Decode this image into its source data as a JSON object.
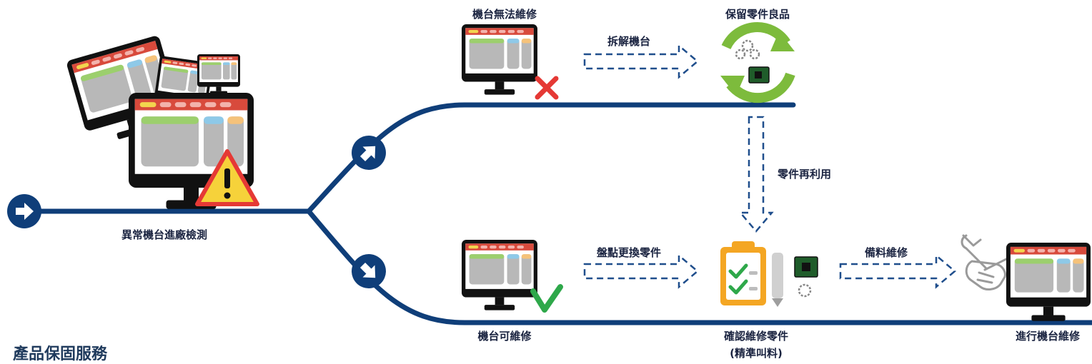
{
  "labels": {
    "entry": "異常機台進廠檢測",
    "cannot_repair": "機台無法維修",
    "disassemble": "拆解機台",
    "keep_parts": "保留零件良品",
    "parts_reuse": "零件再利用",
    "can_repair": "機台可維修",
    "inventory_parts": "盤點更換零件",
    "confirm_parts_line1": "確認維修零件",
    "confirm_parts_line2": "(精準叫料)",
    "prepare_repair": "備料維修",
    "perform_repair": "進行機台維修",
    "service_title": "產品保固服務"
  },
  "colors": {
    "flow_line": "#0f3e79",
    "arrow_dashed": "#1f4e8c",
    "recycle_green": "#7dbb3c",
    "x_red": "#e53935",
    "check_green": "#2ea84a",
    "warning_yellow": "#f6d23a",
    "warning_red": "#e53935",
    "screen_header_red": "#d84a3c",
    "clipboard_orange": "#f4a623"
  },
  "icons": {
    "start": "arrow-right-circle-icon",
    "branch_up": "arrow-up-right-circle-icon",
    "branch_down": "arrow-down-right-circle-icon",
    "monitors_warning": "monitor-warning-icon",
    "monitor_x": "monitor-x-icon",
    "monitor_check": "monitor-check-icon",
    "recycle": "recycle-gears-icon",
    "clipboard": "clipboard-checklist-icon",
    "repair": "wrench-hand-icon",
    "monitor_final": "monitor-icon"
  }
}
